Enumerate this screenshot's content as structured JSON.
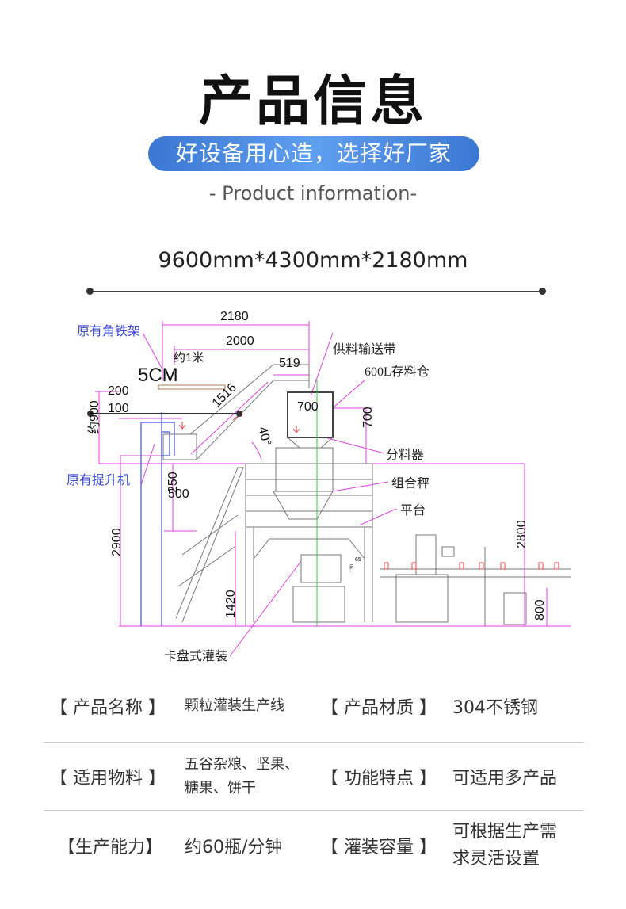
{
  "header": {
    "title": "产品信息",
    "slogan": "好设备用心造，选择好厂家",
    "subtitle": "- Product information-",
    "dimensions": "9600mm*4300mm*2180mm",
    "accent_color": "#4a8ae4"
  },
  "drawing": {
    "dims": {
      "d2180": "2180",
      "d2000": "2000",
      "d519": "519",
      "d200": "200",
      "d100": "100",
      "d900": "约900",
      "d1m": "约1米",
      "d5cm": "5CM",
      "d1516": "1516",
      "d700w": "700",
      "d700h": "700",
      "d40": "40°",
      "d250": "250",
      "d500": "500",
      "d2900": "2900",
      "d1420": "1420",
      "d2800": "2800",
      "d800": "800",
      "d65": "65",
      "d130": "130"
    },
    "labels": {
      "angle_frame": "原有角铁架",
      "elevator": "原有提升机",
      "feed_conveyor": "供料输送带",
      "hopper": "600L存料仓",
      "distributor": "分料器",
      "weigher": "组合秤",
      "platform": "平台",
      "chuck_filling": "卡盘式灌装"
    }
  },
  "specs": [
    {
      "label": "【 产品名称 】",
      "value": "颗粒灌装生产线",
      "label2": "【 产品材质 】",
      "value2": "304不锈钢"
    },
    {
      "label": "【 适用物料 】",
      "value": "五谷杂粮、坚果、糖果、饼干",
      "label2": "【 功能特点 】",
      "value2": "可适用多产品"
    },
    {
      "label": "【生产能力】",
      "value": "约60瓶/分钟",
      "label2": "【 灌装容量 】",
      "value2": "可根据生产需求灵活设置"
    }
  ]
}
